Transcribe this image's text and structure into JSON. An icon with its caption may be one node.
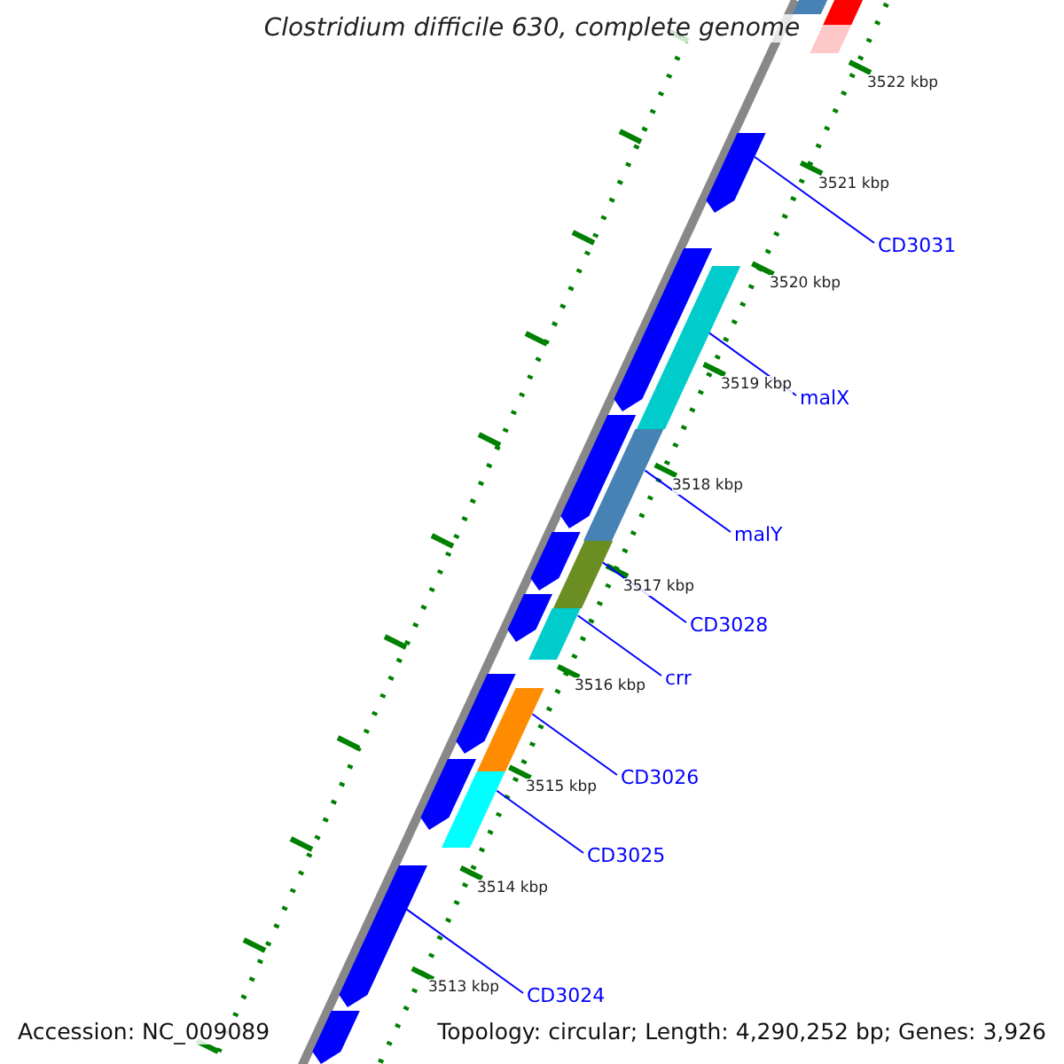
{
  "diagram": {
    "title": "Clostridium difficile 630, complete genome",
    "nodes": [
      {
        "text": [
          "CD3031"
        ]
      },
      {
        "text": [
          "malX"
        ]
      },
      {
        "text": [
          "malY"
        ]
      },
      {
        "text": [
          "CD3028"
        ]
      },
      {
        "text": [
          "crr"
        ]
      },
      {
        "text": [
          "CD3026"
        ]
      },
      {
        "text": [
          "CD3025"
        ]
      },
      {
        "text": [
          "CD3024"
        ]
      },
      {
        "text": [],
        "shape": "bar"
      },
      {
        "text": [],
        "shape": "bar"
      },
      {
        "text": [],
        "shape": "bar"
      },
      {
        "text": [],
        "shape": "bar"
      },
      {
        "text": [],
        "shape": "bar"
      },
      {
        "text": [],
        "shape": "bar"
      },
      {
        "text": [],
        "shape": "bar"
      },
      {
        "text": [],
        "shape": "bar"
      },
      {
        "text": [],
        "shape": "bar"
      },
      {
        "text": [],
        "shape": "bar"
      },
      {
        "text": [],
        "shape": "bar"
      },
      {
        "text": [],
        "shape": "bar"
      },
      {
        "text": [],
        "shape": "bar"
      },
      {
        "text": [],
        "shape": "bar"
      },
      {
        "text": [],
        "shape": "bar"
      }
    ],
    "edges": [
      {
        "from": 0,
        "to": 8,
        "arrow": "none"
      },
      {
        "from": 1,
        "to": 9,
        "arrow": "none"
      },
      {
        "from": 2,
        "to": 10,
        "arrow": "none"
      },
      {
        "from": 3,
        "to": 11,
        "arrow": "none"
      },
      {
        "from": 4,
        "to": 12,
        "arrow": "none"
      },
      {
        "from": 5,
        "to": 13,
        "arrow": "none"
      },
      {
        "from": 6,
        "to": 14,
        "arrow": "none"
      },
      {
        "from": 7,
        "to": 15,
        "arrow": "none"
      }
    ],
    "labels": [
      "3522 kbp",
      "3521 kbp",
      "3520 kbp",
      "3519 kbp",
      "3518 kbp",
      "3517 kbp",
      "3516 kbp",
      "3515 kbp",
      "3514 kbp",
      "3513 kbp",
      "Accession: NC_009089",
      "Topology: circular; Length: 4,290,252 bp; Genes: 3,926"
    ]
  }
}
